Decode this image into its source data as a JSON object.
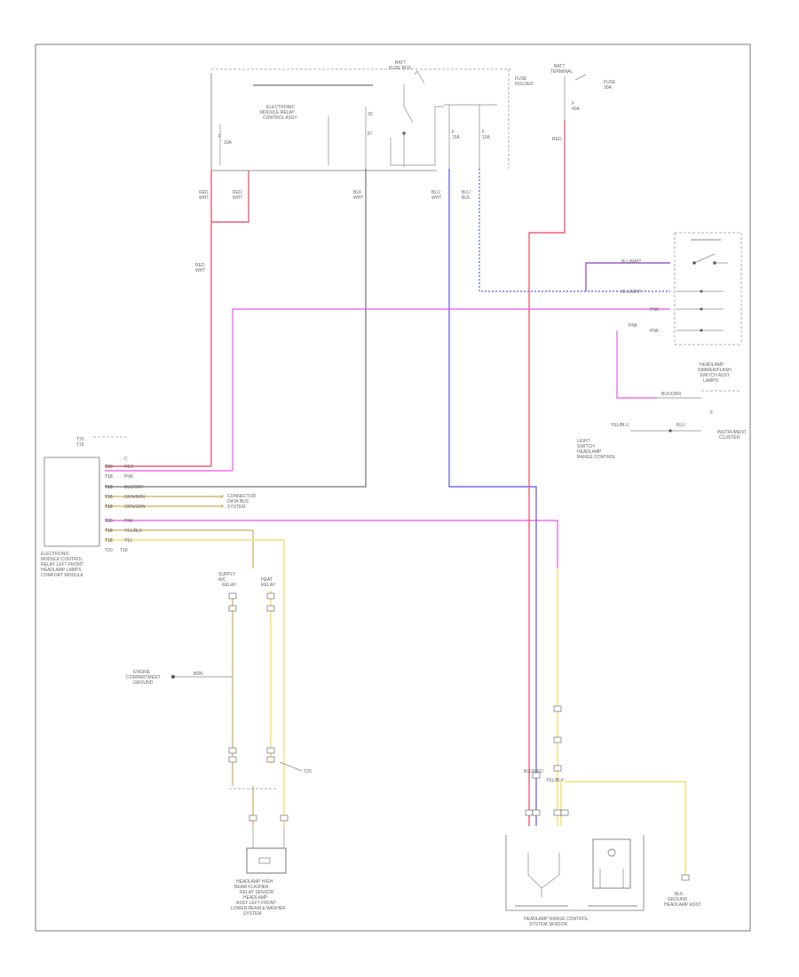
{
  "colors": {
    "red": "#ef5f73",
    "pink": "#f06ef2",
    "blue": "#6e6ef2",
    "purple": "#9a5fd0",
    "yellow": "#f0e070",
    "tan": "#d8b870",
    "gray": "#888888",
    "orange": "#e8b060",
    "frame": "#777777"
  },
  "labels": {
    "footer_code": "",
    "cable_t20": "T20",
    "cable_t18": "T18"
  },
  "components": [
    "fuse-box-junction",
    "battery-fuse-terminal",
    "headlamp-switch-dimmer",
    "electronic-module-left",
    "ground-splice-left",
    "headlamp-relay-lower",
    "headlamp-control-module",
    "ground-right"
  ]
}
